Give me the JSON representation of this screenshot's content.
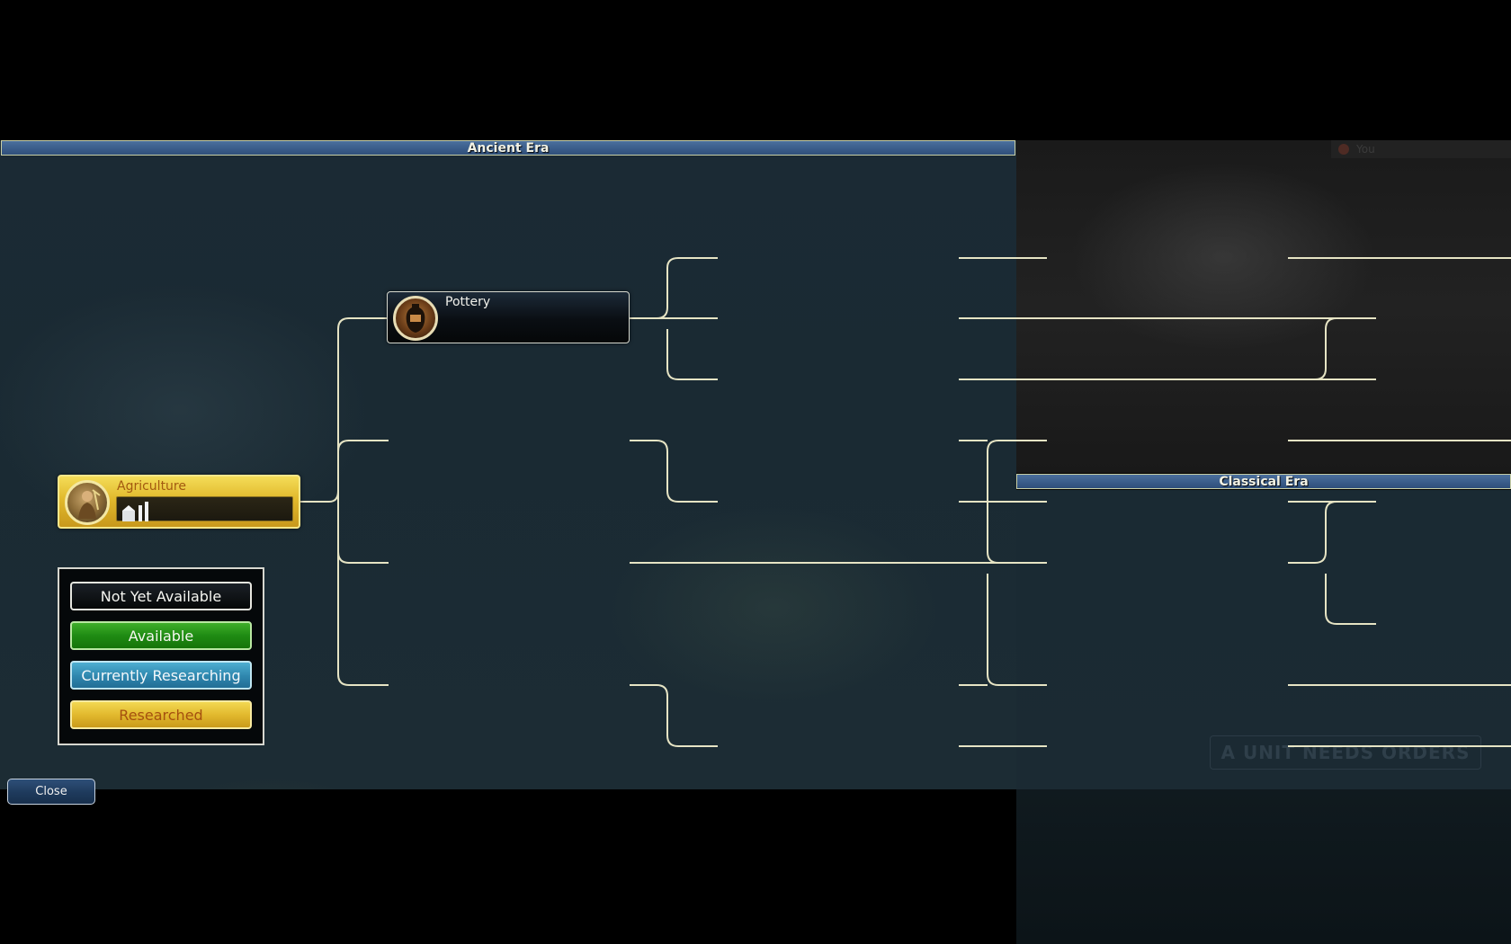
{
  "eras": {
    "ancient": "Ancient Era",
    "classical": "Classical Era"
  },
  "techs": {
    "agriculture": {
      "name": "Agriculture",
      "status": "researched",
      "icon": "wheat-farmer-icon",
      "unlock_icon": "farm-improvement-icon"
    },
    "pottery": {
      "name": "Pottery",
      "status": "not-yet-available",
      "icon": "pottery-vase-icon"
    }
  },
  "legend": {
    "not_available": "Not Yet Available",
    "available": "Available",
    "researching": "Currently Researching",
    "researched": "Researched"
  },
  "close_label": "Close",
  "background": {
    "status_text": "A UNIT NEEDS ORDERS",
    "player_label": "You"
  },
  "colors": {
    "connector": "#e6e4c4",
    "researched": "#e2b92e",
    "available": "#1f8b13",
    "researching": "#2e86ad",
    "not_available": "#060808",
    "era_bar": "#3b5d8a"
  }
}
